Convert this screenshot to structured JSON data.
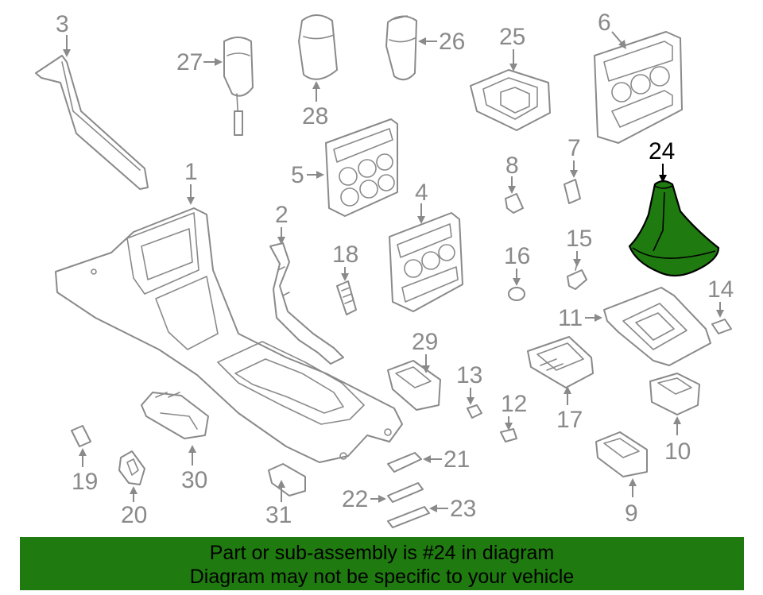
{
  "highlight_part": "24",
  "colors": {
    "highlight_fill": "#1f7a10",
    "banner_bg": "#1f7a10",
    "line": "#8a8a8a"
  },
  "callouts": [
    {
      "id": "1",
      "label": "1"
    },
    {
      "id": "2",
      "label": "2"
    },
    {
      "id": "3",
      "label": "3"
    },
    {
      "id": "4",
      "label": "4"
    },
    {
      "id": "5",
      "label": "5"
    },
    {
      "id": "6",
      "label": "6"
    },
    {
      "id": "7",
      "label": "7"
    },
    {
      "id": "8",
      "label": "8"
    },
    {
      "id": "9",
      "label": "9"
    },
    {
      "id": "10",
      "label": "10"
    },
    {
      "id": "11",
      "label": "11"
    },
    {
      "id": "12",
      "label": "12"
    },
    {
      "id": "13",
      "label": "13"
    },
    {
      "id": "14",
      "label": "14"
    },
    {
      "id": "15",
      "label": "15"
    },
    {
      "id": "16",
      "label": "16"
    },
    {
      "id": "17",
      "label": "17"
    },
    {
      "id": "18",
      "label": "18"
    },
    {
      "id": "19",
      "label": "19"
    },
    {
      "id": "20",
      "label": "20"
    },
    {
      "id": "21",
      "label": "21"
    },
    {
      "id": "22",
      "label": "22"
    },
    {
      "id": "23",
      "label": "23"
    },
    {
      "id": "24",
      "label": "24"
    },
    {
      "id": "25",
      "label": "25"
    },
    {
      "id": "26",
      "label": "26"
    },
    {
      "id": "27",
      "label": "27"
    },
    {
      "id": "28",
      "label": "28"
    },
    {
      "id": "29",
      "label": "29"
    },
    {
      "id": "30",
      "label": "30"
    },
    {
      "id": "31",
      "label": "31"
    }
  ],
  "banner": {
    "line1": "Part or sub-assembly is #24 in diagram",
    "line2": "Diagram may not be specific to your vehicle"
  }
}
